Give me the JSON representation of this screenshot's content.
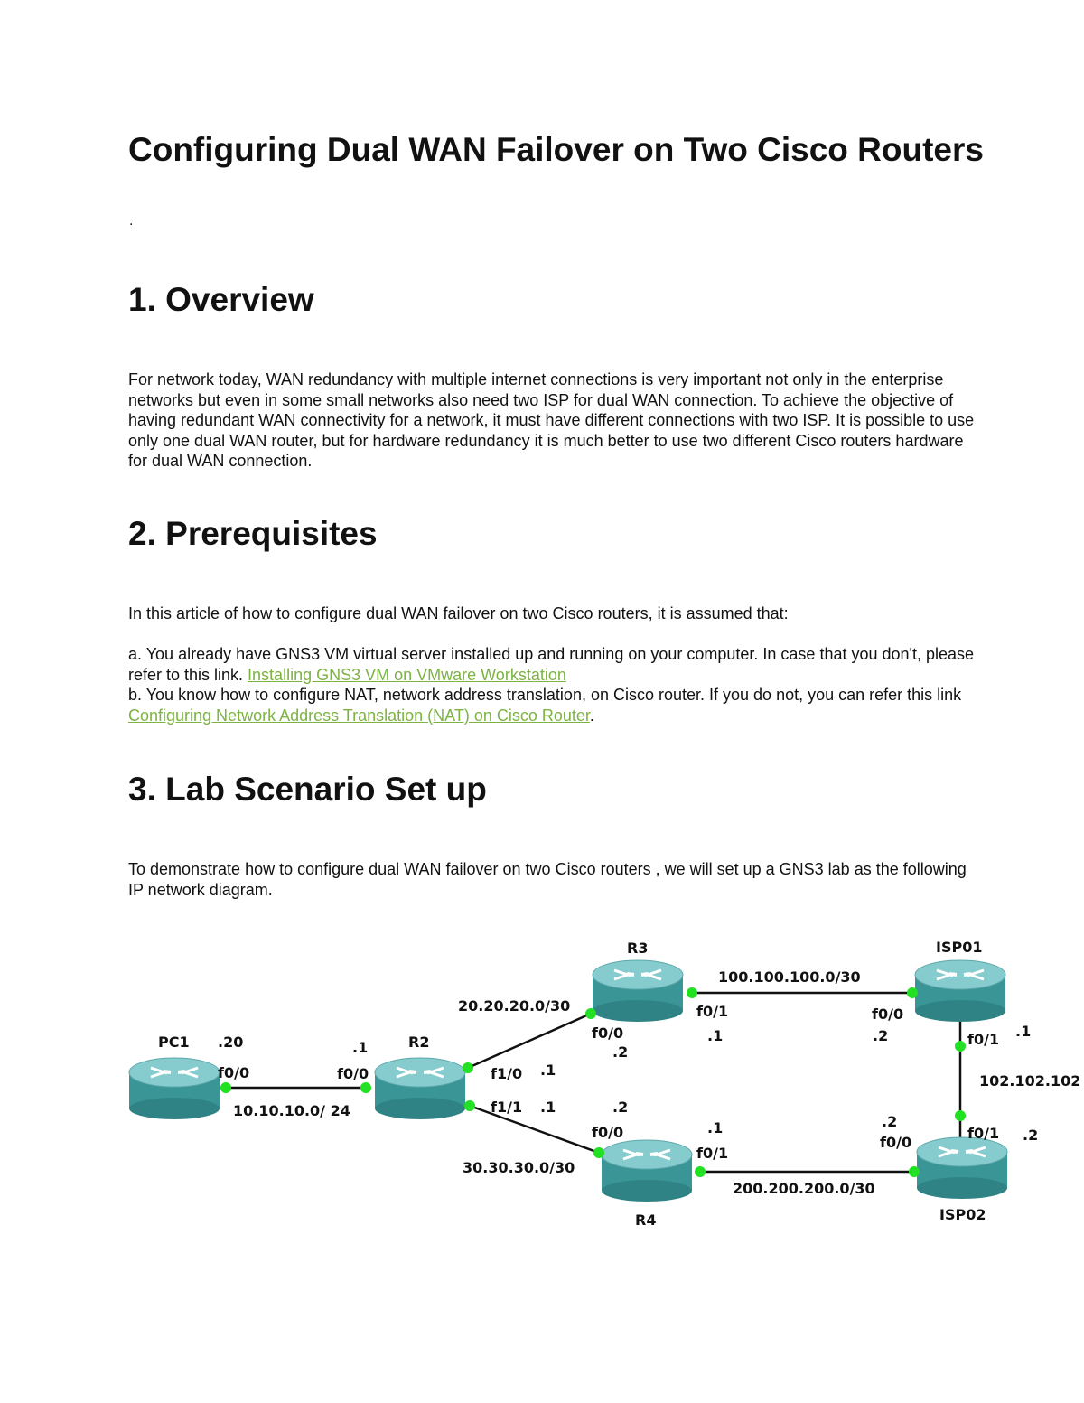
{
  "title": "Configuring Dual WAN Failover on Two Cisco Routers",
  "subtitle_dot": ".",
  "sections": [
    {
      "heading": "1. Overview",
      "paragraph": "For network today, WAN redundancy with multiple internet connections is very important not only in the enterprise networks but even in some small networks also need two ISP for dual WAN connection. To achieve the objective of having redundant WAN connectivity for a network, it must have different connections with two ISP. It is possible to use only one dual WAN router, but for hardware redundancy it is much better to use two different Cisco routers hardware for  dual WAN connection."
    },
    {
      "heading": "2. Prerequisites",
      "intro": "In this article of how to configure dual WAN failover on two Cisco routers, it is assumed that:",
      "item_a_text": "a. You already have GNS3 VM virtual server installed up and running on your computer. In case that you don't, please refer to this link. ",
      "item_a_link": "Installing GNS3 VM on VMware Workstation",
      "item_b_text": "b.  You know how to configure NAT, network address translation, on Cisco router. If you do not, you can refer this link ",
      "item_b_link": "Configuring Network Address Translation (NAT) on Cisco Router",
      "item_b_end": "."
    },
    {
      "heading": "3. Lab Scenario Set up",
      "paragraph": "To demonstrate how to configure dual WAN failover on two Cisco routers , we will set up a GNS3 lab as the following IP network diagram."
    }
  ],
  "diagram": {
    "nodes": {
      "pc1": "PC1",
      "r2": "R2",
      "r3": "R3",
      "r4": "R4",
      "isp01": "ISP01",
      "isp02": "ISP02"
    },
    "networks": {
      "pc1_r2": "10.10.10.0/ 24",
      "r2_r3": "20.20.20.0/30",
      "r2_r4": "30.30.30.0/30",
      "r3_isp01": "100.100.100.0/30",
      "r4_isp02": "200.200.200.0/30",
      "isp01_isp02": "102.102.102"
    },
    "interfaces": {
      "pc1_f00": "f0/0",
      "pc1_ip": ".20",
      "r2_f00": "f0/0",
      "r2_f00_ip": ".1",
      "r2_f10": "f1/0",
      "r2_f10_ip": ".1",
      "r2_f11": "f1/1",
      "r2_f11_ip": ".1",
      "r3_f00": "f0/0",
      "r3_f00_ip": ".2",
      "r3_f01": "f0/1",
      "r3_f01_ip": ".1",
      "r4_f00": "f0/0",
      "r4_f00_ip": ".2",
      "r4_f01": "f0/1",
      "r4_f01_ip": ".1",
      "isp01_f00": "f0/0",
      "isp01_f00_ip": ".2",
      "isp01_f01": "f0/1",
      "isp01_f01_ip": ".1",
      "isp02_f00": "f0/0",
      "isp02_f00_ip": ".2",
      "isp02_f01": "f0/1",
      "isp02_f01_ip": ".2"
    },
    "colors": {
      "router_body": "#3f9a9c",
      "router_top": "#7fc6c8",
      "port_dot": "#22e022",
      "link": "#111111"
    }
  }
}
